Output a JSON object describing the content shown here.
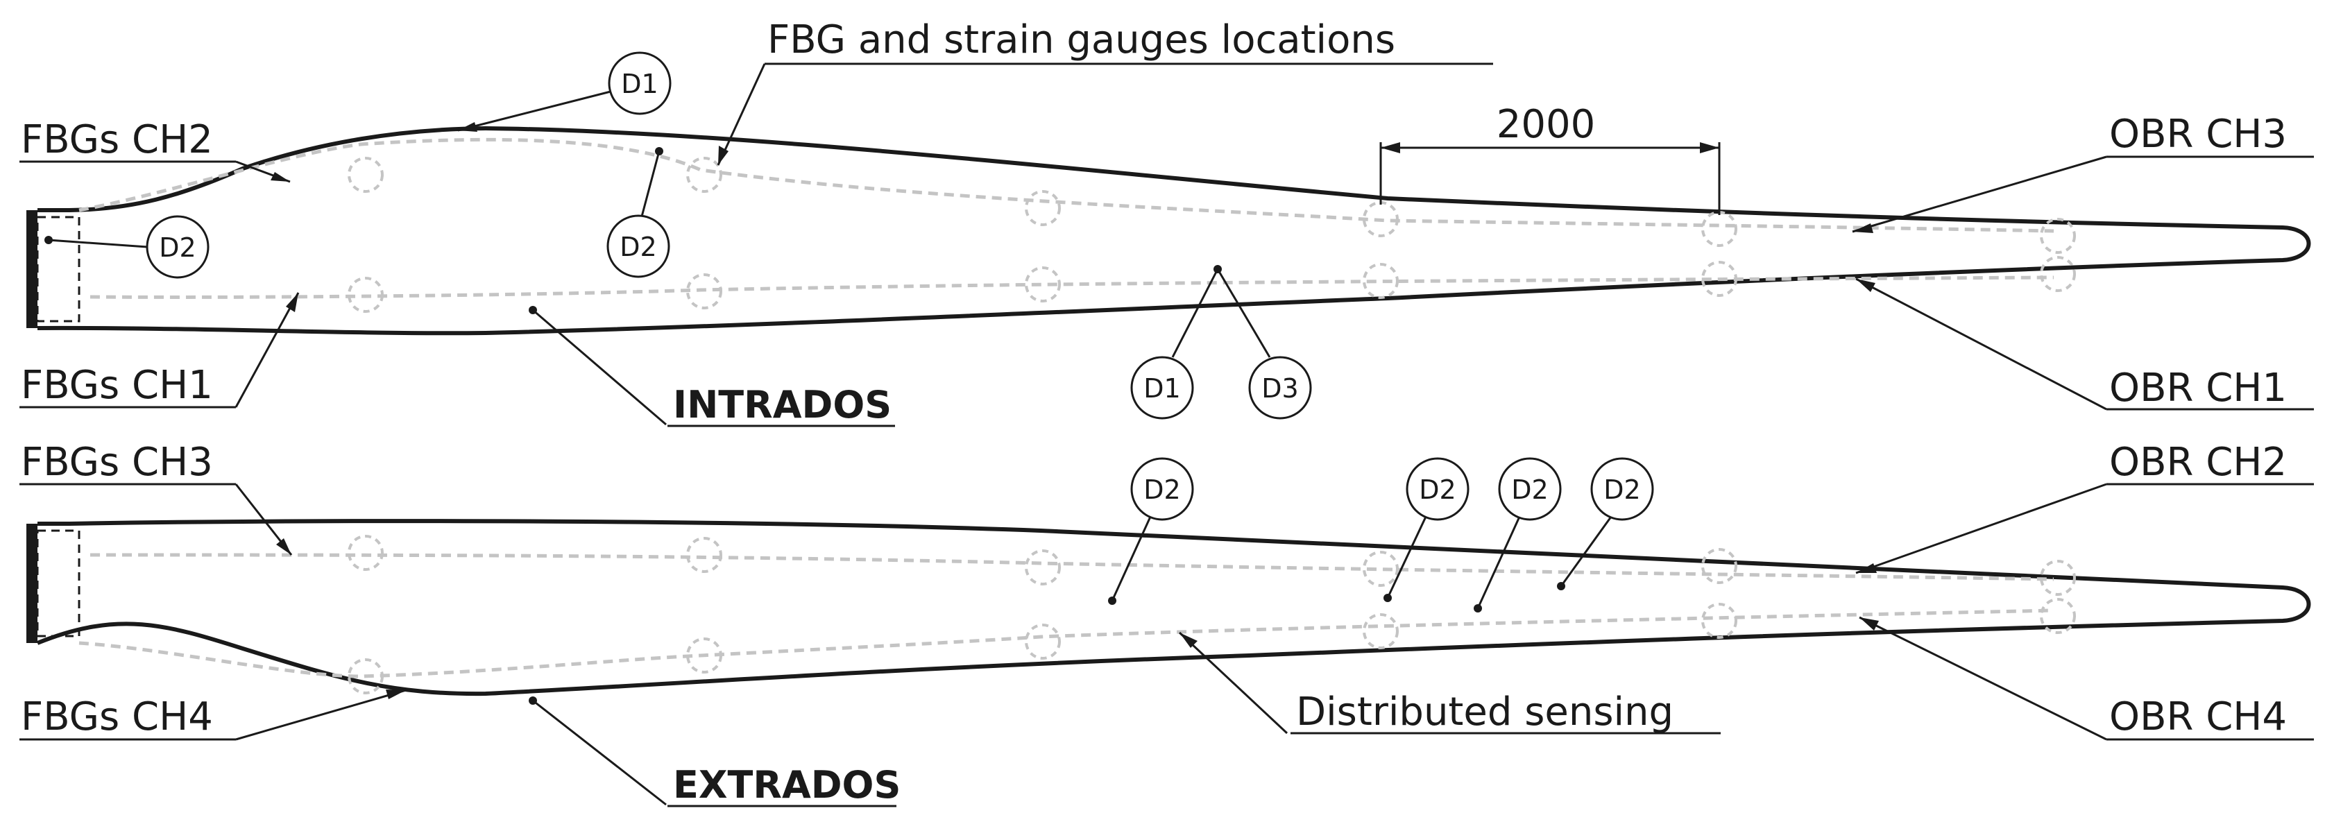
{
  "title": "FBG and strain gauges locations",
  "dimension": "2000",
  "channels": {
    "fbg_ch1": "FBGs CH1",
    "fbg_ch2": "FBGs CH2",
    "fbg_ch3": "FBGs CH3",
    "fbg_ch4": "FBGs CH4",
    "obr_ch1": "OBR CH1",
    "obr_ch2": "OBR CH2",
    "obr_ch3": "OBR CH3",
    "obr_ch4": "OBR CH4"
  },
  "surfaces": {
    "intrados": "INTRADOS",
    "extrados": "EXTRADOS"
  },
  "distributed": "Distributed sensing",
  "gauges": {
    "d1": "D1",
    "d2": "D2",
    "d3": "D3"
  },
  "colors": {
    "ink": "#1a1a1a",
    "fiber": "#c4c4c4"
  }
}
